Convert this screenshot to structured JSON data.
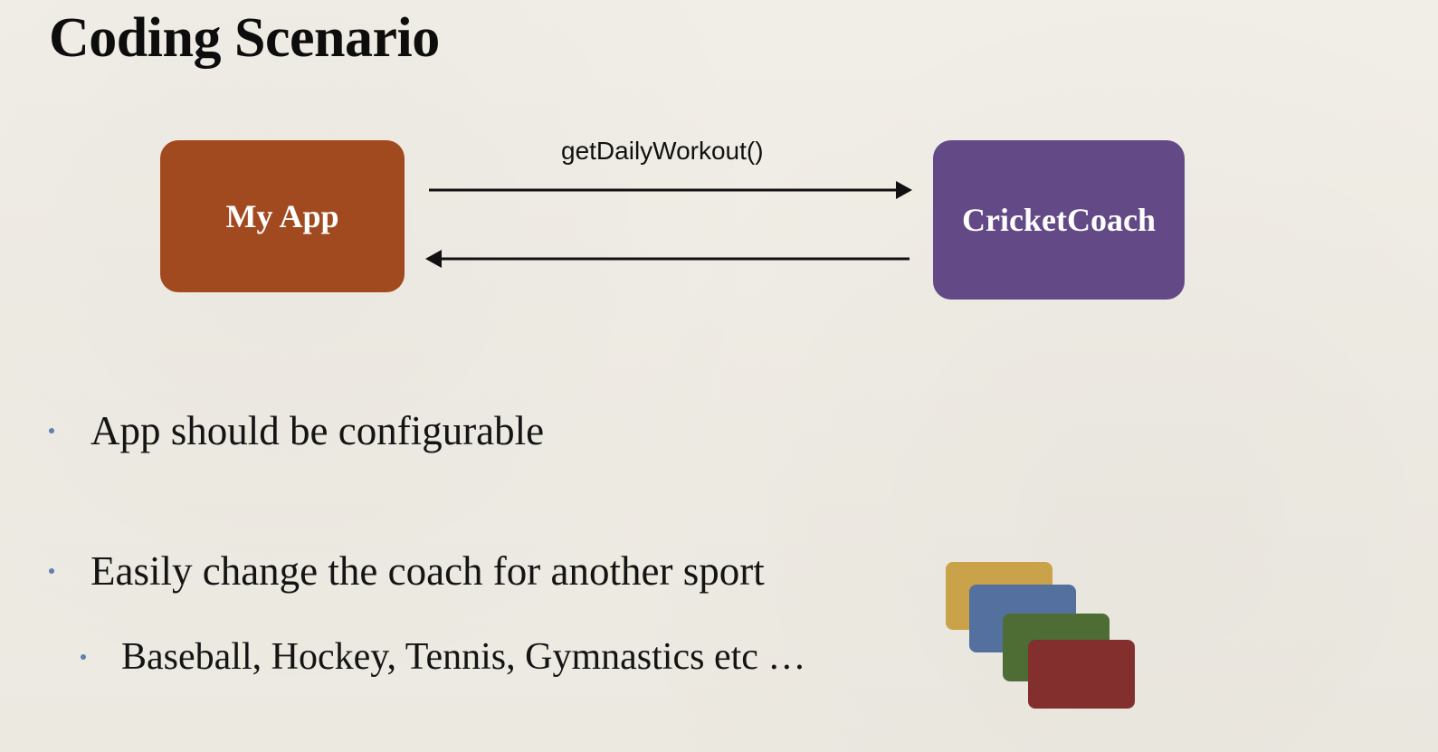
{
  "title": "Coding Scenario",
  "diagram": {
    "source_node": {
      "label": "My App",
      "color": "#a24a1f"
    },
    "target_node": {
      "label": "CricketCoach",
      "color": "#634985"
    },
    "method_call": "getDailyWorkout()"
  },
  "bullets": [
    {
      "text": "App should be configurable",
      "level": 1
    },
    {
      "text": "Easily change the coach for another sport",
      "level": 1
    },
    {
      "text": "Baseball, Hockey, Tennis, Gymnastics etc …",
      "level": 2
    }
  ],
  "card_stack": {
    "colors": [
      "#c9a24a",
      "#53709f",
      "#4e6d35",
      "#822f2d"
    ]
  },
  "colors": {
    "bullet_dot": "#5f7fae",
    "arrow": "#111111"
  }
}
